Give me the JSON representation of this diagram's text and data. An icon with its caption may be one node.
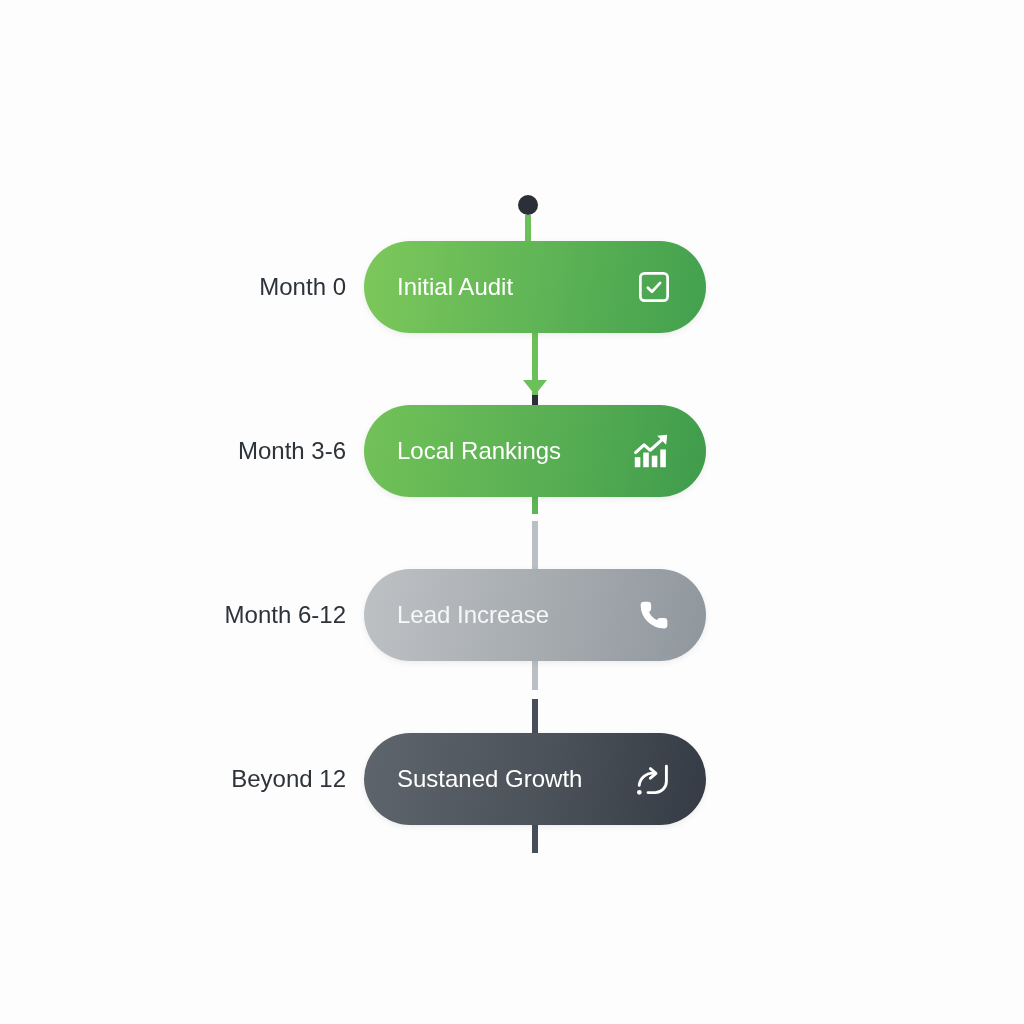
{
  "diagram": {
    "nodes": [
      {
        "text": [],
        "shape": "circle"
      },
      {
        "text": [
          "Initial Audit"
        ],
        "beside": [
          "Month 0"
        ]
      },
      {
        "text": [
          "Local Rankings"
        ],
        "beside": [
          "Month 3-6"
        ]
      },
      {
        "text": [
          "Lead Increase"
        ],
        "beside": [
          "Month 6-12"
        ]
      },
      {
        "text": [
          "Sustaned Growth"
        ],
        "beside": [
          "Beyond 12"
        ]
      }
    ],
    "edges": [
      {
        "from": 0,
        "to": 1,
        "arrow": "none"
      },
      {
        "from": 1,
        "to": 2,
        "arrow": "to"
      },
      {
        "from": 2,
        "to": 3,
        "arrow": "none",
        "color": "#b9bfc5"
      },
      {
        "from": 3,
        "to": 4,
        "arrow": "none",
        "color": "#474f58"
      },
      {
        "from": 4,
        "to": null,
        "arrow": "none",
        "color": "#474f58"
      }
    ]
  }
}
